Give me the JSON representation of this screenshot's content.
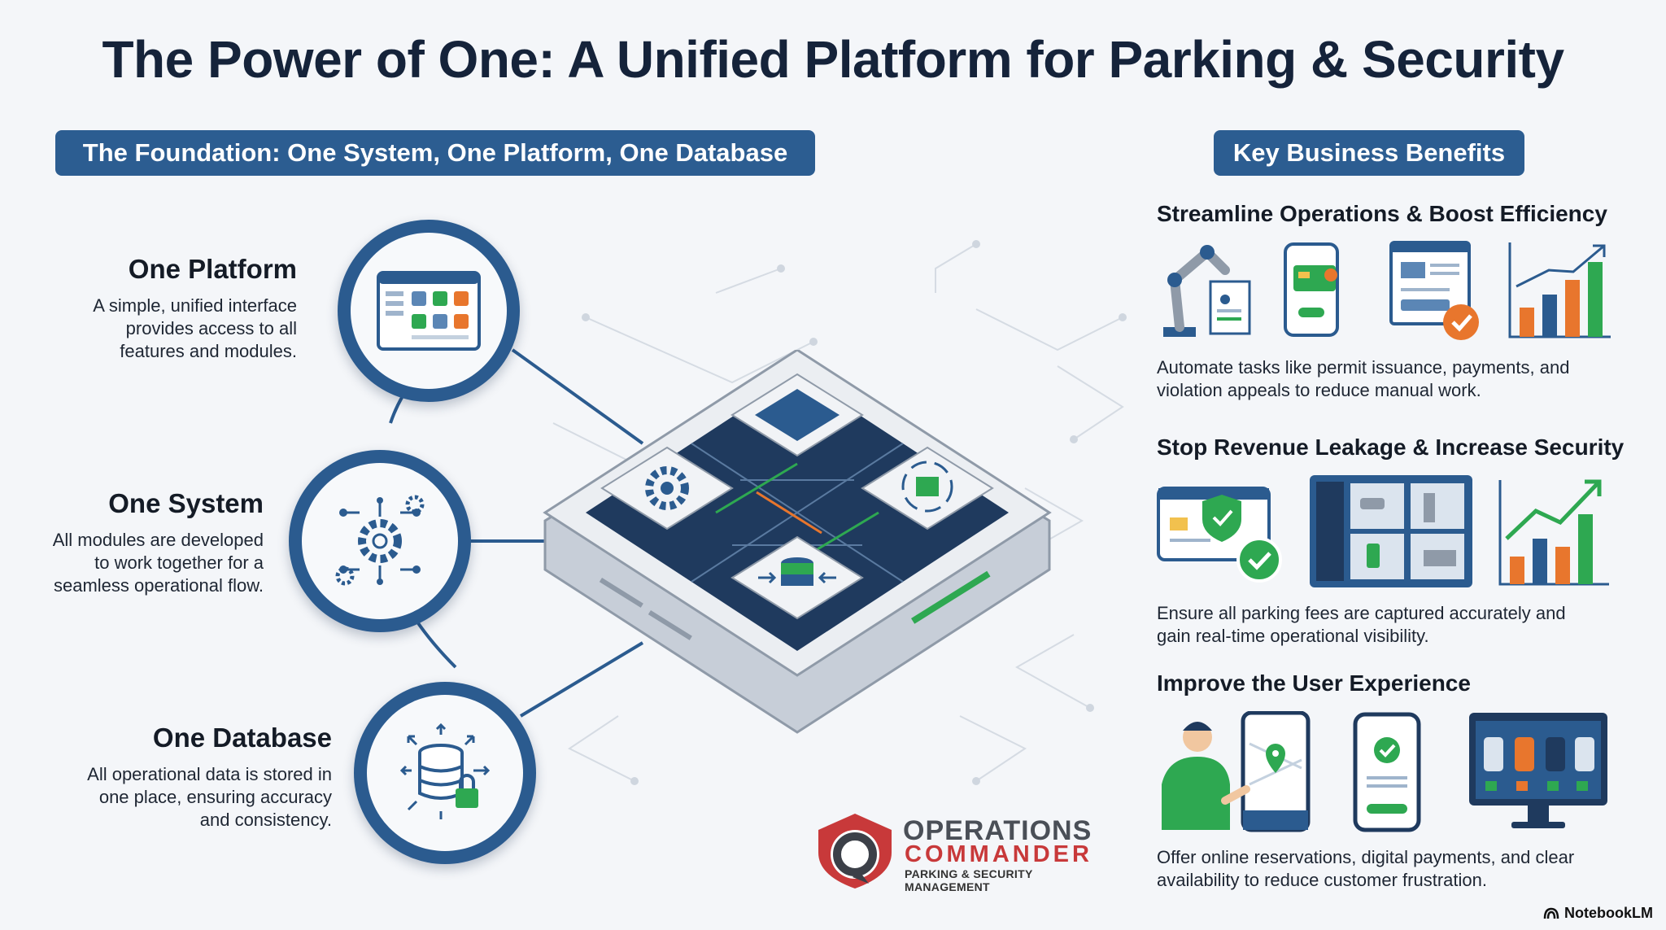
{
  "title": "The Power of One: A Unified Platform for Parking & Security",
  "foundation": {
    "header": "The Foundation: One System, One Platform, One Database",
    "items": [
      {
        "title": "One Platform",
        "desc": [
          "A simple, unified interface",
          "provides access to all",
          "features and modules."
        ],
        "icon": "dashboard-window-icon"
      },
      {
        "title": "One System",
        "desc": [
          "All modules are developed",
          "to work together for a",
          "seamless operational flow."
        ],
        "icon": "gears-network-icon"
      },
      {
        "title": "One Database",
        "desc": [
          "All operational data is stored in",
          "one place, ensuring accuracy",
          "and consistency."
        ],
        "icon": "database-lock-icon"
      }
    ]
  },
  "benefits": {
    "header": "Key Business Benefits",
    "items": [
      {
        "title": "Streamline Operations & Boost Efficiency",
        "desc": [
          "Automate tasks like permit issuance, payments, and",
          "violation appeals to reduce manual work."
        ]
      },
      {
        "title": "Stop Revenue Leakage & Increase Security",
        "desc": [
          "Ensure all parking fees are captured accurately and",
          "gain real-time operational visibility."
        ]
      },
      {
        "title": "Improve the User Experience",
        "desc": [
          "Offer online reservations, digital payments, and clear",
          "availability to reduce customer frustration."
        ]
      }
    ]
  },
  "logo": {
    "line1": "OPERATIONS",
    "line2": "COMMANDER",
    "line3": "PARKING & SECURITY MANAGEMENT"
  },
  "watermark": "NotebookLM",
  "colors": {
    "navy": "#2c5d91",
    "dark": "#15233a",
    "green": "#2ea851",
    "orange": "#e8762d",
    "red": "#c8393a"
  }
}
